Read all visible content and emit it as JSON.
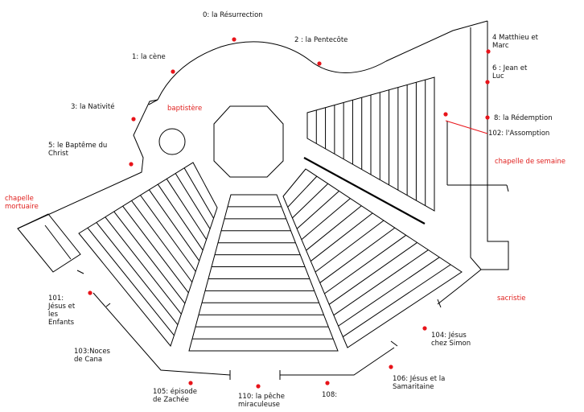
{
  "colors": {
    "outline": "#000000",
    "dot": "#e8141a",
    "red_label": "#e0201e"
  },
  "labels": {
    "resurrection": "0: la Résurrection",
    "cene": "1: la cène",
    "pentecote": "2 : la Pentecôte",
    "nativite": "3: la Nativité",
    "matthieu": "4 Matthieu et\nMarc",
    "bapteme": "5: le Baptême du\nChrist",
    "jean": "6 : Jean et\nLuc",
    "redemption": "8: la Rédemption",
    "assomption": "102: l'Assomption",
    "enfants": "101:\nJésus et\nles\nEnfants",
    "cana": "103:Noces\nde Cana",
    "simon": "104: Jésus\nchez Simon",
    "zachee": "105: épisode\nde Zachée",
    "samaritaine": "106: Jésus et la\nSamaritaine",
    "label_108": "108:",
    "peche": "110: la pêche\nmiraculeuse"
  },
  "rooms": {
    "baptistere": "baptistère",
    "chapelle_semaine": "chapelle de semaine",
    "chapelle_mortuaire": "chapelle\nmortuaire",
    "sacristie": "sacristie"
  }
}
